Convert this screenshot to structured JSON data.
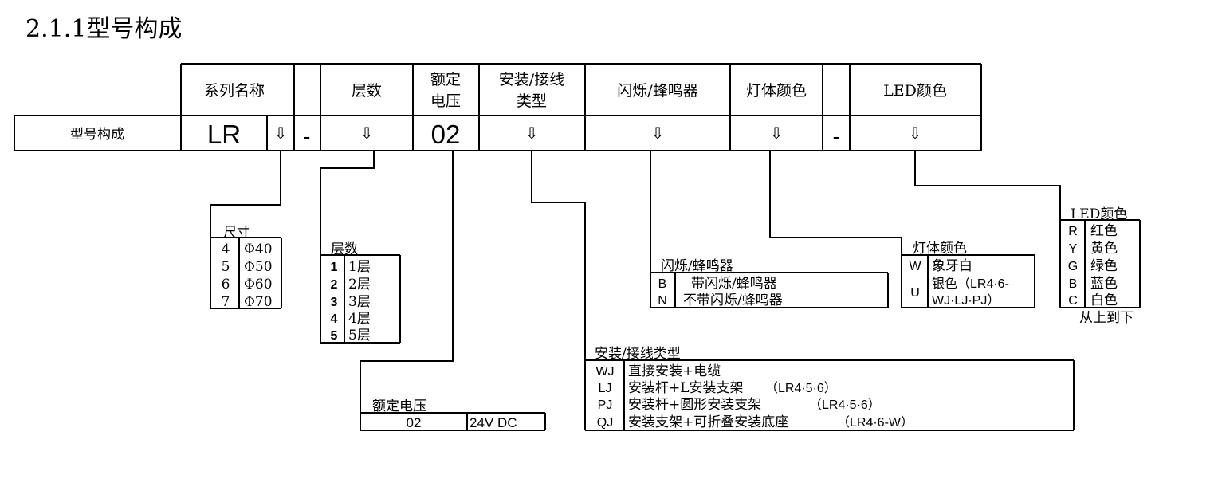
{
  "title": "2.1.1型号构成",
  "header": {
    "series_name": "系列名称",
    "layers": "层数",
    "rated_voltage_l1": "额定",
    "rated_voltage_l2": "电压",
    "mount_type_l1": "安装/接线",
    "mount_type_l2": "类型",
    "flash_buzzer": "闪烁/蜂鸣器",
    "body_color": "灯体颜色",
    "led_color": "LED颜色"
  },
  "code_row": {
    "label": "型号构成",
    "series": "LR",
    "dash1": "-",
    "voltage": "02",
    "dash2": "-",
    "arrow": "⇩"
  },
  "size": {
    "title": "尺寸",
    "rows": [
      {
        "code": "4",
        "value": "Φ40"
      },
      {
        "code": "5",
        "value": "Φ50"
      },
      {
        "code": "6",
        "value": "Φ60"
      },
      {
        "code": "7",
        "value": "Φ70"
      }
    ]
  },
  "layers": {
    "title": "层数",
    "rows": [
      {
        "code": "1",
        "value": "1层"
      },
      {
        "code": "2",
        "value": "2层"
      },
      {
        "code": "3",
        "value": "3层"
      },
      {
        "code": "4",
        "value": "4层"
      },
      {
        "code": "5",
        "value": "5层"
      }
    ]
  },
  "voltage": {
    "title": "额定电压",
    "rows": [
      {
        "code": "02",
        "value": "24V DC"
      }
    ]
  },
  "mount": {
    "title": "安装/接线类型",
    "rows": [
      {
        "code": "WJ",
        "value": "直接安装+电缆",
        "note": ""
      },
      {
        "code": "LJ",
        "value": "安装杆+L安装支架",
        "note": "（LR4·5·6）"
      },
      {
        "code": "PJ",
        "value": "安装杆+圆形安装支架",
        "note": "（LR4·5·6）"
      },
      {
        "code": "QJ",
        "value": "安装支架+可折叠安装底座",
        "note": "（LR4·6-W）"
      }
    ]
  },
  "flash": {
    "title": "闪烁/蜂鸣器",
    "rows": [
      {
        "code": "B",
        "value": "带闪烁/蜂鸣器"
      },
      {
        "code": "N",
        "value": "不带闪烁/蜂鸣器"
      }
    ]
  },
  "body_color": {
    "title": "灯体颜色",
    "rows": [
      {
        "code": "W",
        "value": "象牙白"
      },
      {
        "code": "U",
        "value": "银色（LR4·6-",
        "value2": "WJ·LJ·PJ）"
      }
    ]
  },
  "led_color": {
    "title": "LED颜色",
    "rows": [
      {
        "code": "R",
        "value": "红色"
      },
      {
        "code": "Y",
        "value": "黄色"
      },
      {
        "code": "G",
        "value": "绿色"
      },
      {
        "code": "B",
        "value": "蓝色"
      },
      {
        "code": "C",
        "value": "白色"
      }
    ],
    "footnote": "从上到下"
  }
}
